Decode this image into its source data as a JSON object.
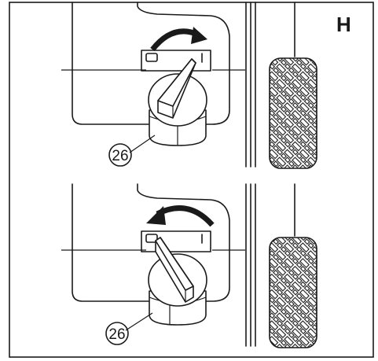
{
  "figure": {
    "panel_label": "H",
    "callouts": [
      {
        "number": "26"
      },
      {
        "number": "26"
      }
    ]
  }
}
